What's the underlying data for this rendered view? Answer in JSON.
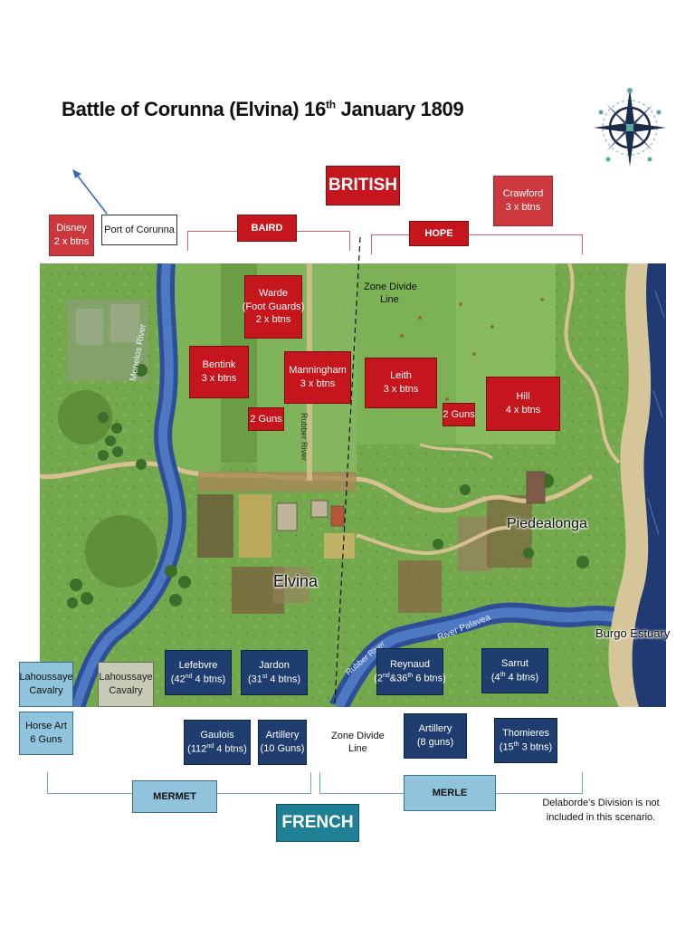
{
  "title": {
    "main": "Battle of Corunna (Elvina) 16",
    "sup": "th",
    "rest": " January 1809"
  },
  "sides": {
    "british": "BRITISH",
    "french": "FRENCH"
  },
  "commands": {
    "baird": "BAIRD",
    "hope": "HOPE",
    "mermet": "MERMET",
    "merle": "MERLE"
  },
  "british_units": {
    "disney": {
      "name": "Disney",
      "strength": "2 x btns"
    },
    "crawford": {
      "name": "Crawford",
      "strength": "3 x btns"
    },
    "warde": {
      "l1": "Warde",
      "l2": "(Foot Guards)",
      "l3": "2 x btns"
    },
    "bentink": {
      "name": "Bentink",
      "strength": "3 x btns"
    },
    "manningham": {
      "name": "Manningham",
      "strength": "3 x btns"
    },
    "leith": {
      "name": "Leith",
      "strength": "3 x btns"
    },
    "hill": {
      "name": "Hill",
      "strength": "4 x btns"
    },
    "guns_baird": "2 Guns",
    "guns_hope": "2 Guns"
  },
  "french_units": {
    "lahoussaye_left": {
      "name": "Lahoussaye",
      "type": "Cavalry"
    },
    "lahoussaye_mid": {
      "name": "Lahoussaye",
      "type": "Cavalry"
    },
    "horse_art": {
      "name": "Horse Art",
      "strength": "6 Guns"
    },
    "lefebvre": {
      "name": "Lefebvre",
      "a": "(42",
      "sup": "nd",
      "b": " 4 btns)"
    },
    "jardon": {
      "name": "Jardon",
      "a": "(31",
      "sup": "st",
      "b": " 4 btns)"
    },
    "gaulois": {
      "name": "Gaulois",
      "a": "(112",
      "sup": "nd",
      "b": " 4 btns)"
    },
    "artillery_mermet": {
      "name": "Artillery",
      "strength": "(10 Guns)"
    },
    "reynaud": {
      "name": "Reynaud",
      "a": "(2",
      "sup1": "nd",
      "mid": "&36",
      "sup2": "th",
      "b": " 6 btns)"
    },
    "sarrut": {
      "name": "Sarrut",
      "a": "(4",
      "sup": "th",
      "b": " 4 btns)"
    },
    "artillery_merle": {
      "name": "Artillery",
      "strength": "(8 guns)"
    },
    "thomieres": {
      "name": "Thomieres",
      "a": "(15",
      "sup": "th",
      "b": " 3 btns)"
    }
  },
  "labels": {
    "port": "Port of Corunna",
    "zone_top": {
      "l1": "Zone Divide",
      "l2": "Line"
    },
    "zone_bottom": {
      "l1": "Zone Divide",
      "l2": "Line"
    },
    "elvina": "Elvina",
    "piedealonga": "Piedealonga",
    "burgo": "Burgo Estuary",
    "monelos": "Monelos River",
    "palavea": "River Palavea",
    "rubber_top": "Rubber River",
    "rubber_bottom": "Rubber River",
    "delaborde": {
      "l1": "Delaborde's Division is not",
      "l2": "included in this scenario."
    }
  },
  "colors": {
    "british": "#c4161c",
    "french_unit": "#1f3d6e",
    "french_command": "#8fc4dc",
    "french_label": "#1e7f95"
  },
  "icons": [
    "compass-rose-icon",
    "north-arrow-icon"
  ]
}
